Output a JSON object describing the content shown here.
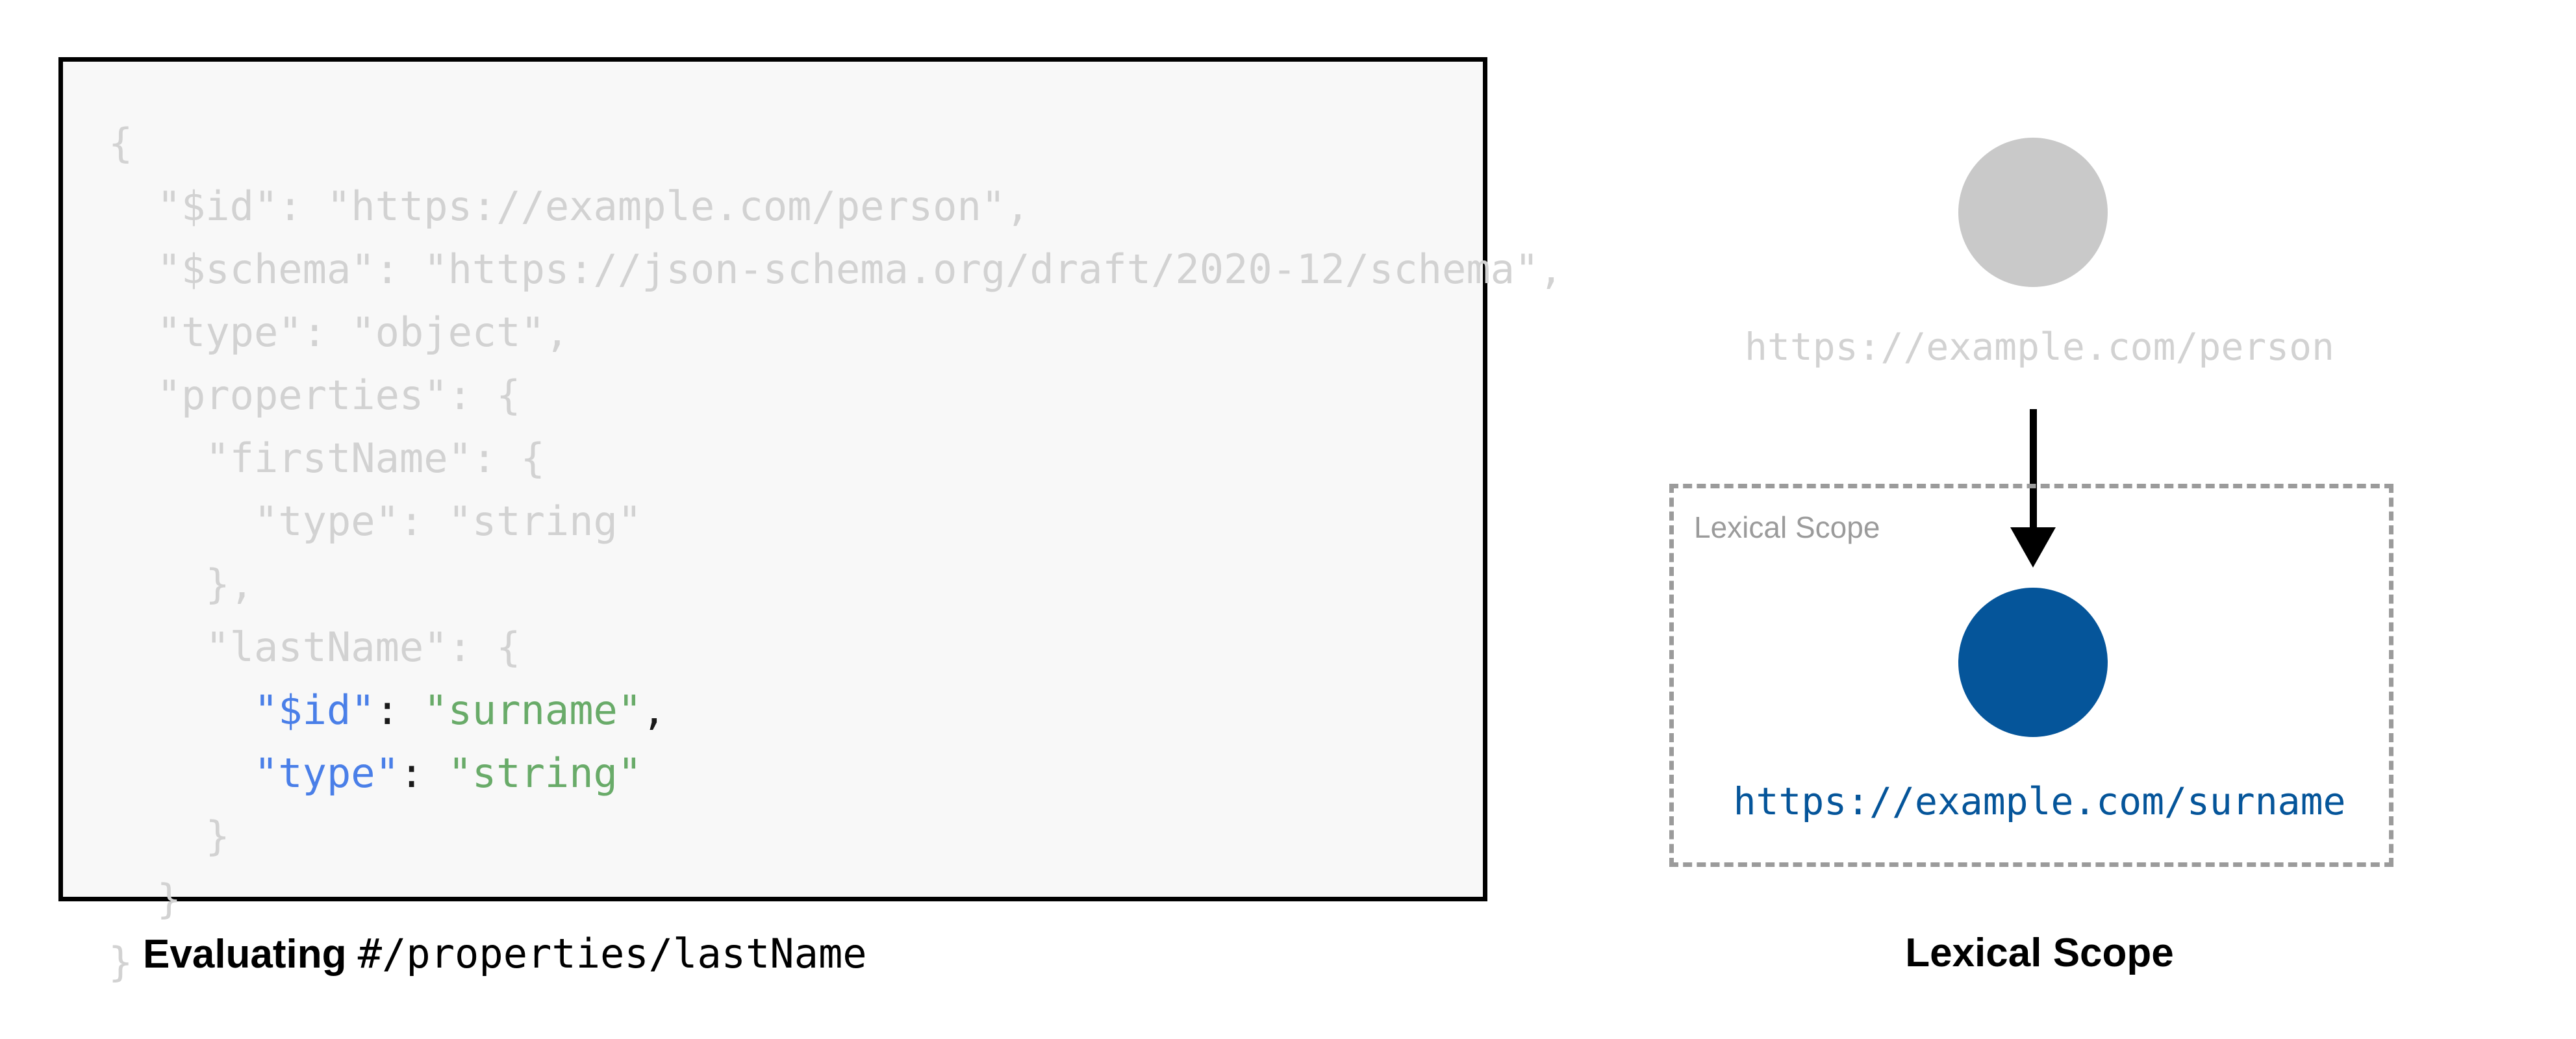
{
  "left_panel": {
    "code_lines": [
      {
        "indent": 0,
        "segments": [
          {
            "text": "{",
            "style": "dim"
          }
        ]
      },
      {
        "indent": 1,
        "segments": [
          {
            "text": "\"$id\": \"https://example.com/person\",",
            "style": "dim"
          }
        ]
      },
      {
        "indent": 1,
        "segments": [
          {
            "text": "\"$schema\": \"https://json-schema.org/draft/2020-12/schema\",",
            "style": "dim"
          }
        ]
      },
      {
        "indent": 1,
        "segments": [
          {
            "text": "\"type\": \"object\",",
            "style": "dim"
          }
        ]
      },
      {
        "indent": 1,
        "segments": [
          {
            "text": "\"properties\": {",
            "style": "dim"
          }
        ]
      },
      {
        "indent": 2,
        "segments": [
          {
            "text": "\"firstName\": {",
            "style": "dim"
          }
        ]
      },
      {
        "indent": 3,
        "segments": [
          {
            "text": "\"type\": \"string\"",
            "style": "dim"
          }
        ]
      },
      {
        "indent": 2,
        "segments": [
          {
            "text": "},",
            "style": "dim"
          }
        ]
      },
      {
        "indent": 2,
        "segments": [
          {
            "text": "\"lastName\": {",
            "style": "dim"
          }
        ]
      },
      {
        "indent": 3,
        "segments": [
          {
            "text": "\"$id\"",
            "style": "key"
          },
          {
            "text": ": ",
            "style": "pun"
          },
          {
            "text": "\"surname\"",
            "style": "str"
          },
          {
            "text": ",",
            "style": "pun"
          }
        ]
      },
      {
        "indent": 3,
        "segments": [
          {
            "text": "\"type\"",
            "style": "key"
          },
          {
            "text": ": ",
            "style": "pun"
          },
          {
            "text": "\"string\"",
            "style": "str"
          }
        ]
      },
      {
        "indent": 2,
        "segments": [
          {
            "text": "}",
            "style": "dim"
          }
        ]
      },
      {
        "indent": 1,
        "segments": [
          {
            "text": "}",
            "style": "dim"
          }
        ]
      },
      {
        "indent": 0,
        "segments": [
          {
            "text": "}",
            "style": "dim"
          }
        ]
      }
    ],
    "caption_bold": "Evaluating",
    "caption_mono": "#/properties/lastName"
  },
  "right_panel": {
    "root_node_label": "https://example.com/person",
    "scope_box_label": "Lexical Scope",
    "scoped_node_label": "https://example.com/surname",
    "caption": "Lexical Scope",
    "arrow_direction": "down"
  },
  "colors": {
    "dim_code": "#d2d2d2",
    "key_blue": "#4a7fe8",
    "string_green": "#69ab69",
    "punctuation": "#1a1a1a",
    "root_node": "#c9c9c9",
    "scoped_node": "#05559a",
    "scope_border": "#9b9b9b",
    "panel_background": "#f8f8f8",
    "panel_border": "#000000"
  }
}
